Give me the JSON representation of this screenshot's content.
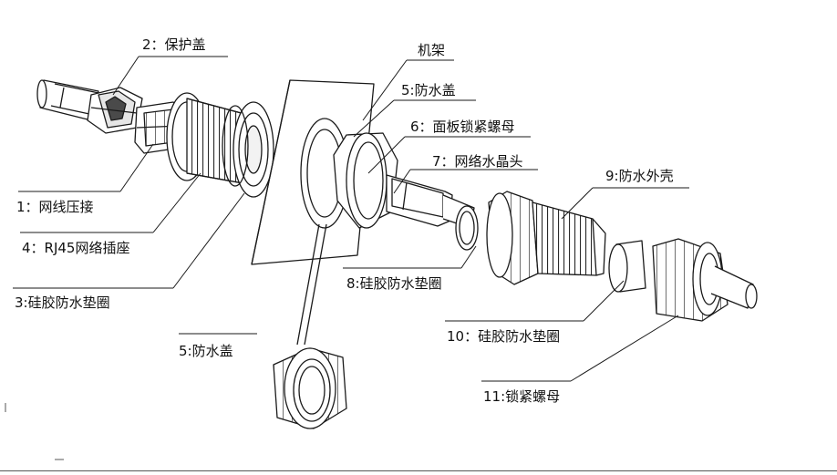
{
  "colors": {
    "line": "#1a1a1a",
    "fill": "#ffffff",
    "shade": "#c8c8c8",
    "dark": "#3a3a3a"
  },
  "labels": {
    "l2": "2：保护盖",
    "l1": "1：网线压接",
    "l4": "4：RJ45网络插座",
    "l3": "3:硅胶防水垫圈",
    "rack": "机架",
    "l5a": "5:防水盖",
    "l6": "6：面板锁紧螺母",
    "l7": "7：网络水晶头",
    "l9": "9:防水外壳",
    "l8": "8:硅胶防水垫圈",
    "l10": "10：硅胶防水垫圈",
    "l11": "11:锁紧螺母",
    "l5b": "5:防水盖"
  }
}
